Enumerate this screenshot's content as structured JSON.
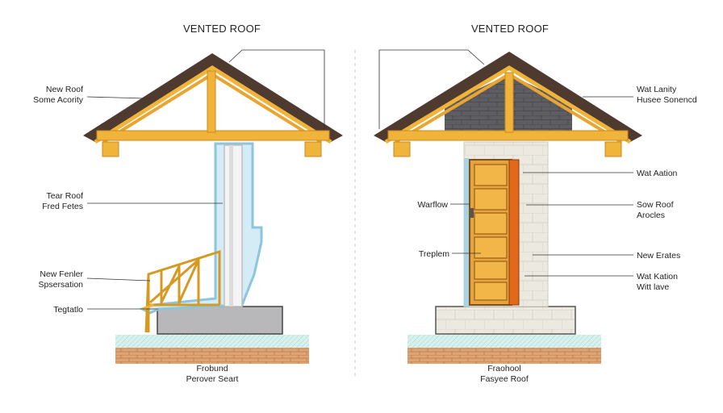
{
  "left_panel": {
    "title": "VENTED ROOF",
    "labels": {
      "roof_line1": "New Roof",
      "roof_line2": "Some Acority",
      "tear_line1": "Tear Roof",
      "tear_line2": "Fred Fetes",
      "barrier_line1": "New Fenler",
      "barrier_line2": "Spsersation",
      "base": "Tegtatlo",
      "bottom_line1": "Frobund",
      "bottom_line2": "Perover Seart"
    }
  },
  "right_panel": {
    "title": "VENTED ROOF",
    "labels": {
      "top_line1": "Wat Lanity",
      "top_line2": "Husee Sonencd",
      "attom": "Wat Aation",
      "flow": "Warflow",
      "roof_line1": "Sow Roof",
      "roof_line2": "Arocles",
      "treplem": "Treplem",
      "erates": "New Erates",
      "kation_line1": "Wat Kation",
      "kation_line2": "Witt lave",
      "bottom_line1": "Fraohool",
      "bottom_line2": "Fasyee Roof"
    }
  },
  "colors": {
    "roof": "#5a4030",
    "timber": "#f0b43a",
    "timber_dark": "#c98a1c",
    "insulation_blue": "#bfe0ee",
    "concrete": "#b8b8b8",
    "brick": "#d9a070",
    "door_orange": "#e06a1a",
    "masonry": "#6a6a6e"
  }
}
